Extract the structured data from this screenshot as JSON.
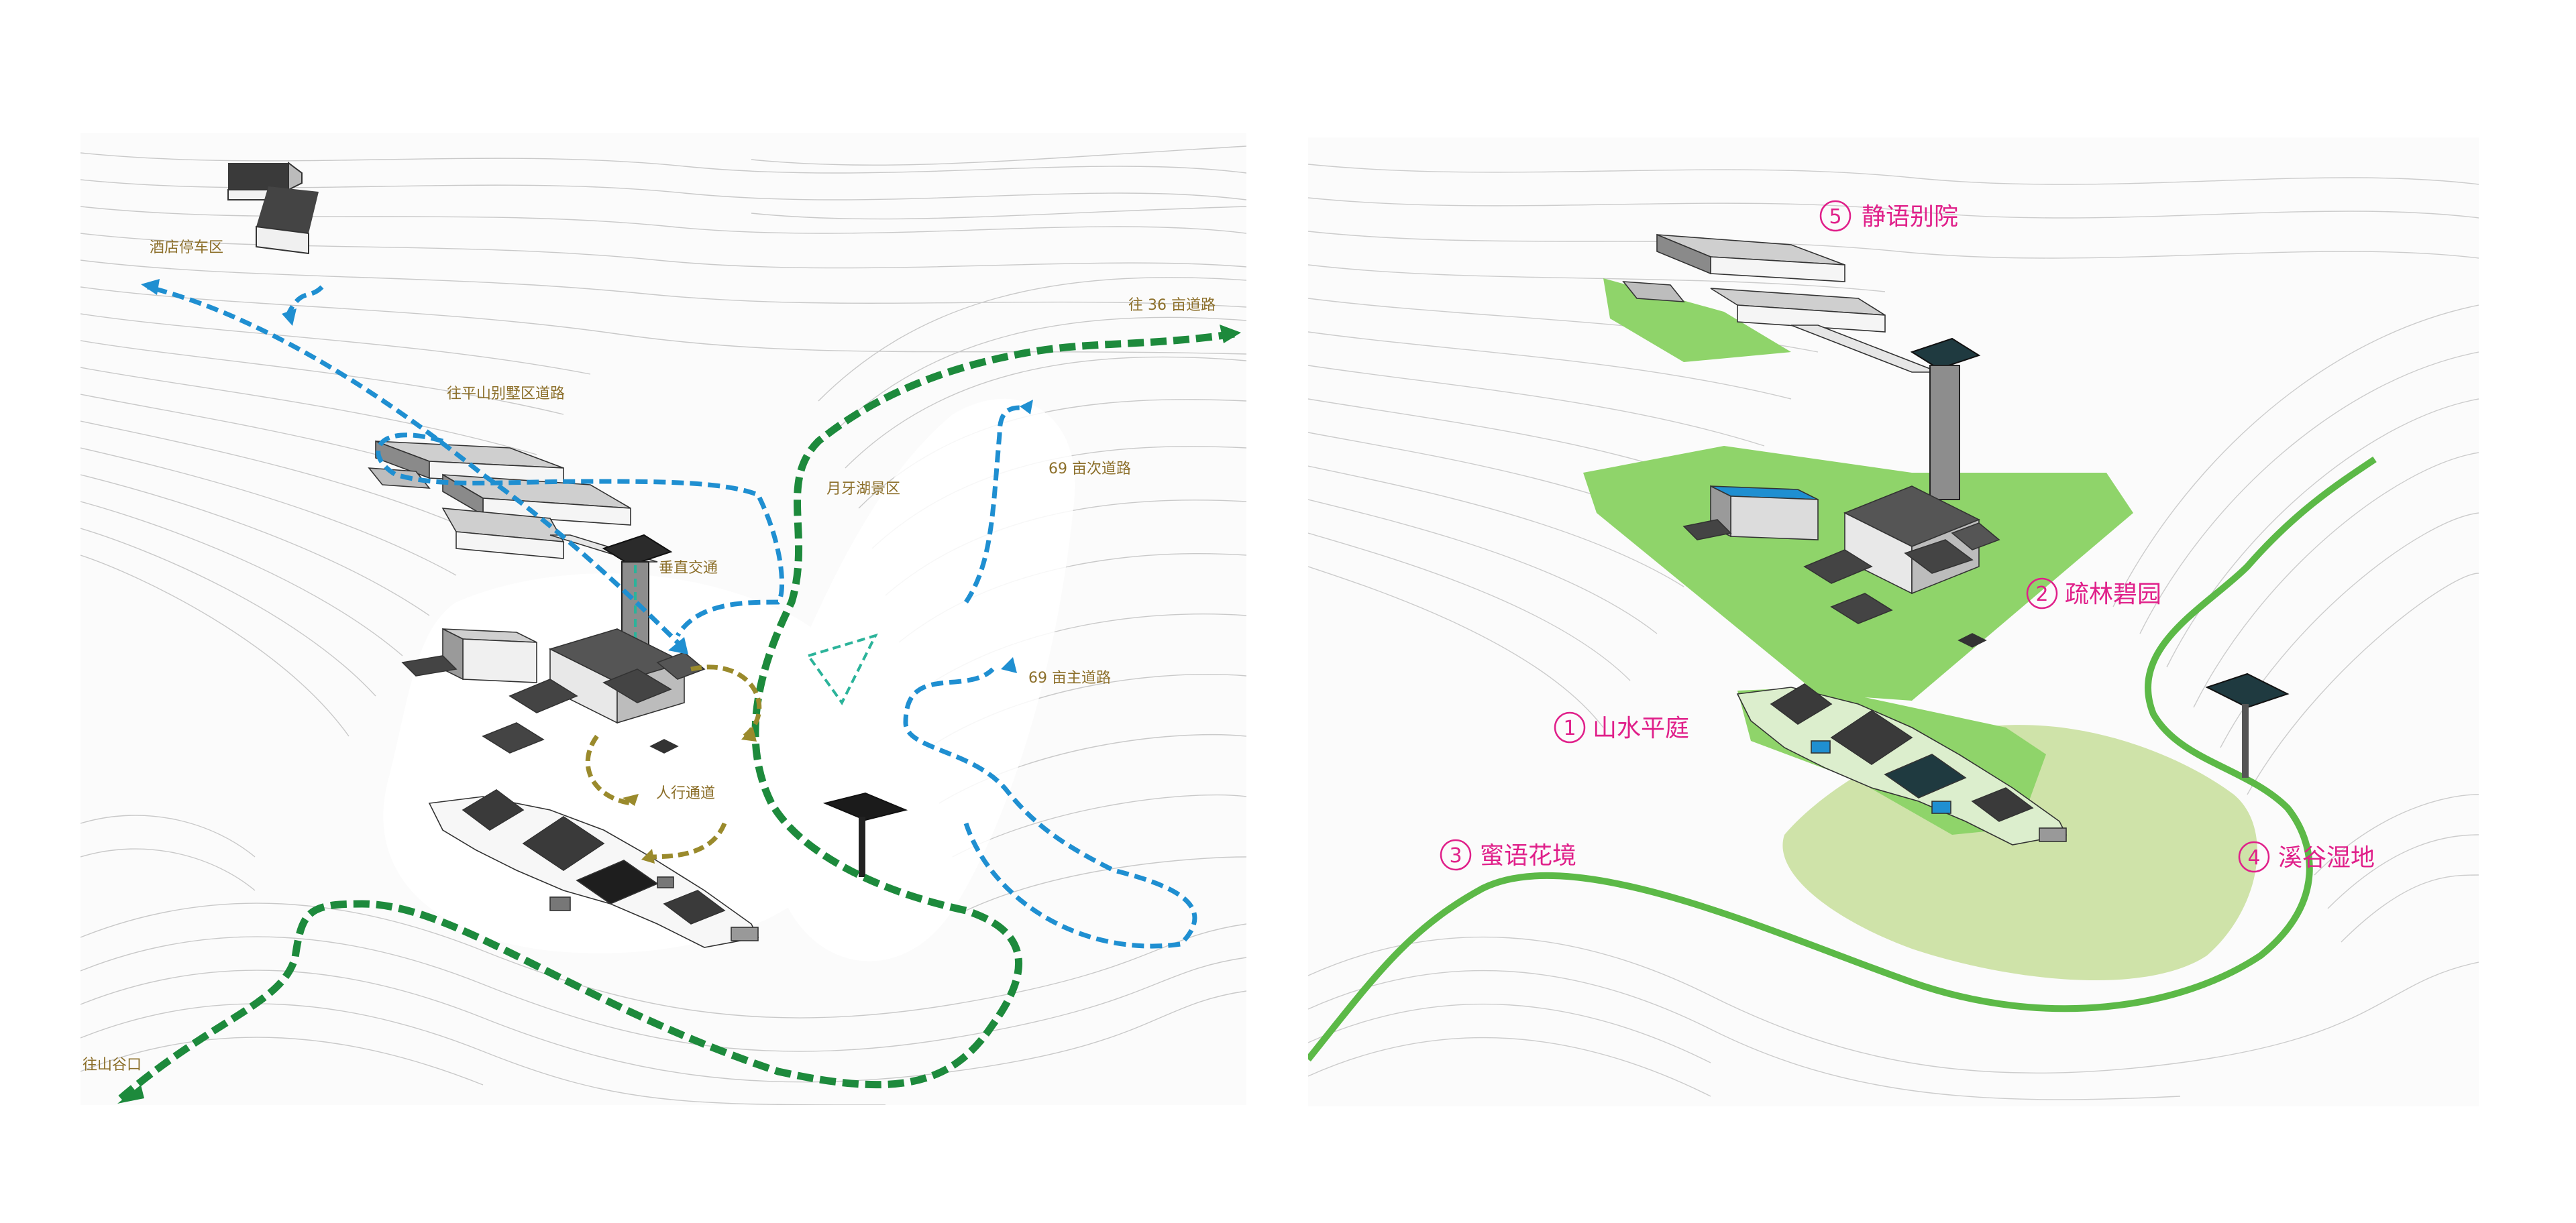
{
  "left_map": {
    "route_labels": {
      "hotel_parking": "酒店停车区",
      "to_36m_road": "往 36 亩道路",
      "to_pingshan_villa": "往平山别墅区道路",
      "crescent_lake": "月牙湖景区",
      "road_69_secondary": "69 亩次道路",
      "vertical_traffic": "垂直交通",
      "road_69_main": "69 亩主道路",
      "pedestrian_path": "人行通道",
      "to_valley_exit": "往山谷口"
    },
    "legend_colors": {
      "vehicle_route": "#1f8fd1",
      "main_road": "#1d8a3c",
      "pedestrian": "#9a8a2c",
      "lake": "#2bb39a"
    }
  },
  "right_map": {
    "zones": [
      {
        "num": "5",
        "label": "静语别院"
      },
      {
        "num": "2",
        "label": "疏林碧园"
      },
      {
        "num": "1",
        "label": "山水平庭"
      },
      {
        "num": "3",
        "label": "蜜语花境"
      },
      {
        "num": "4",
        "label": "溪谷湿地"
      }
    ],
    "colors": {
      "zone_green": "#8fd46a",
      "light_green": "#cfe3a9",
      "boundary_line": "#5cb947",
      "label_magenta": "#e0208a"
    }
  }
}
